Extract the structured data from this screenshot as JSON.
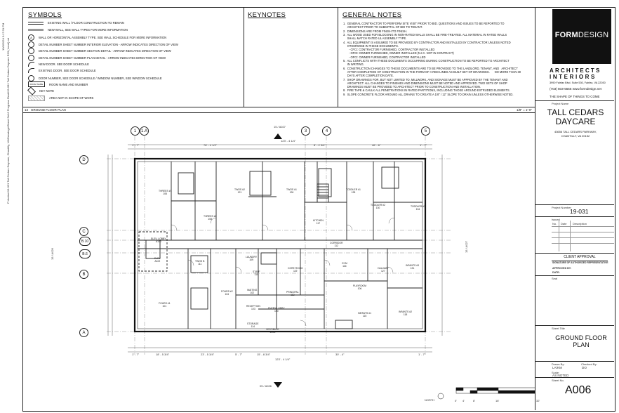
{
  "margin_stamp": {
    "date": "10/3/2024 5:17:31 PM",
    "path": "P:\\Active\\19-031 Tall Cedars Daycare, Chantilly, VA\\Drawings\\Sheet Set\\2 Progress Revit\\19-031 Tall Cedars Daycare R23 (Local).rvt"
  },
  "symbols": {
    "heading": "SYMBOLS",
    "rows": [
      {
        "icon": "",
        "text": "EXISTING WALL / FLOOR CONSTRUCTION TO REMAIN"
      },
      {
        "icon": "",
        "text": "NEW WALL, SEE WALL TYPES FOR MORE INFORMATION"
      },
      {
        "icon": "A",
        "text": "WALL OR HORIZONTAL ASSEMBLY TYPE. SEE WALL SCHEDULE FOR MORE INFORMATION"
      },
      {
        "icon": "",
        "text": "DETAIL NUMBER SHEET NUMBER   INTERIOR ELEVATION - ARROW INDICATES DIRECTION OF VIEW"
      },
      {
        "icon": "",
        "text": "DETAIL NUMBER SHEET NUMBER   SECTION DETAIL - ARROW INDICATES DIRECTION OF VIEW"
      },
      {
        "icon": "",
        "text": "DETAIL NUMBER SHEET NUMBER   PLAN DETAIL - ARROW INDICATES DIRECTION OF VIEW"
      },
      {
        "icon": "",
        "text": "NEW DOOR. SEE DOOR SCHEDULE"
      },
      {
        "icon": "",
        "text": "EXISTING DOOR. SEE DOOR SCHEDULE"
      },
      {
        "icon": "",
        "text": "DOOR NUMBER, SEE DOOR SCHEDULE  /  WINDOW NUMBER, SEE WINDOW SCHEDULE"
      },
      {
        "icon": "ROOM NAME",
        "text": "ROOM NAME AND NUMBER"
      },
      {
        "icon": "",
        "text": "KEY NOTE"
      },
      {
        "icon": "",
        "text": "AREA NOT IN SCOPE OF WORK"
      }
    ]
  },
  "keynotes": {
    "heading": "KEYNOTES"
  },
  "general_notes": {
    "heading": "GENERAL NOTES",
    "items": [
      "1.  GENERAL CONTRACTOR TO PERFORM SITE VISIT PRIOR TO BID. QUESTIONS AND ISSUES TO BE REPORTED TO\n     ARCHITECT PRIOR TO SUBMITTAL OF BID TO TENANT.",
      "2.  DIMENSIONS ARE FROM FINISH TO FINISH.",
      "3.  ALL WOOD USED FOR BLOCKING IN NON-RATED WALLS SHALL BE FIRE-TREATED. ALL MATERIAL IN RATED WALLS\n     SHALL MATCH RATED UL ASSEMBLY TYPE.",
      "4.  ALL EQUIPMENT IS ASSUMED TO BE PROVIDED BY CONTRACTOR AND INSTALLED BY CONTRACTOR UNLESS NOTED\n     OTHERWISE IN THESE DOCUMENTS.\n       - CFCI: CONTRACTOR FURNISHED, CONTRACTOR INSTALLED\n       - OFOI: OWNER FURNISHED, OWNER INSTALLED (N.I.C. NOT IN CONTRACT)\n       - OFCI: OWNER FURNISHED, CONTRACTOR INSTALLED",
      "5.  ALL CONFLICTS WITH THESE DOCUMENTS OCCURRING DURING CONSTRUCTION TO BE REPORTED TO ARCHITECT\n     IN WRITING.",
      "6.  CONSTRUCTION CHANGES TO THESE DOCUMENTS ARE TO BE PROVIDED TO THE LANDLORD, TENANT, AND   ARCHITECT\n     AFTER COMPLETION OF CONSTRUCTION IN THE FORM OF A RED-LINED AS-BUILT SET OF DRAWINGS.      NO MORE THAN 30\n     DAYS AFTER COMPLETION DATE.",
      "7.  SHOP DRAWINGS FOR, BUT NOT LIMITED TO, MILLWORK, AND SIGNAGE MUST BE APPROVED BY THE TENANT AND\n     ARCHITECT. ALL CHANGES TO FINISHES AND DIMENSIONS MUST BE NOTED AND APPROVED. TWO SETS OF SHOP\n     DRAWINGS MUST BE PROVIDED TO ARCHITECT PRIOR TO CONSTRUCTION AND INSTALLATION.",
      "8.  FIRE TAPE & CAULK ALL PENETRATIONS IN RATED PARTITIONS, INCLUDING THOSE AROUND EXTRUDED ELEMENTS.",
      "9.  SLOPE CONCRETE FLOOR AROUND ALL DRAINS TO CREATE A 1/8\" / 12\" SLOPE TO DRAIN UNLESS OTHERWISE NOTED."
    ]
  },
  "plan": {
    "view_number": "13",
    "view_title": "GROUND FLOOR PLAN",
    "scale": "1/8\" = 1'-0\"",
    "grid_columns": [
      "1",
      "1.A",
      "3",
      "4",
      "5"
    ],
    "grid_rows": [
      "D",
      "C",
      "B.10",
      "B.6",
      "B",
      "A"
    ],
    "section_top": "15 / A027",
    "section_bottom": "05 / A026",
    "section_left": "15 / A026",
    "section_right": "15 / A027",
    "top_dims": [
      "1' - 7\"",
      "78' - 4 1/2\"",
      "123' - 4 1/4\"",
      "8' - 2 3/4\"",
      "46' - 6\"",
      "1' - 7\""
    ],
    "bottom_dims": [
      "1' - 7\"",
      "18' - 5 3/4\"",
      "23' - 5 3/4\"",
      "5' - 7\"",
      "15' - 8 3/4\"",
      "30' - 4\"",
      "1' - 7\"",
      "123' - 4 1/4\""
    ],
    "rooms": [
      {
        "name": "THREES #1",
        "num": "106"
      },
      {
        "name": "THREES #2",
        "num": "108"
      },
      {
        "name": "TWOS #2",
        "num": "121"
      },
      {
        "name": "TWOS #1",
        "num": "126"
      },
      {
        "name": "TODDLER #1",
        "num": "128"
      },
      {
        "name": "TODDLER #2",
        "num": "130"
      },
      {
        "name": "TODDLER #3",
        "num": "134"
      },
      {
        "name": "KITCHEN",
        "num": "117"
      },
      {
        "name": "CORRIDOR",
        "num": "112"
      },
      {
        "name": "GYM",
        "num": "116"
      },
      {
        "name": "HALLWAY",
        "num": "127"
      },
      {
        "name": "INFANTS #3",
        "num": "131"
      },
      {
        "name": "FOURS #1",
        "num": "101"
      },
      {
        "name": "FOURS #2",
        "num": "104"
      },
      {
        "name": "LAUNDRY",
        "num": "109"
      },
      {
        "name": "STAFF",
        "num": "110"
      },
      {
        "name": "CORE ROOM",
        "num": "119"
      },
      {
        "name": "PRINCIPAL",
        "num": "113"
      },
      {
        "name": "WAITING",
        "num": "102"
      },
      {
        "name": "RECEPTION",
        "num": "103"
      },
      {
        "name": "ENTRY LOBBY",
        "num": "100"
      },
      {
        "name": "VESTIBULE",
        "num": "100A"
      },
      {
        "name": "STORAGE",
        "num": "114"
      },
      {
        "name": "INFANTS #1",
        "num": "115"
      },
      {
        "name": "INFANTS #2",
        "num": "118"
      },
      {
        "name": "PLAYROOM",
        "num": "106"
      },
      {
        "name": "TWOS B",
        "num": "111"
      },
      {
        "name": "ELEV. LOBBY",
        "num": "A100"
      },
      {
        "name": "ELEV",
        "num": "A102"
      }
    ],
    "scale_bar": {
      "label": "NORTH",
      "ticks": [
        "0'",
        "4'",
        "8'",
        "16'",
        "32'"
      ]
    }
  },
  "title_block": {
    "firm_logo_top": "FORM",
    "firm_logo_bottom": "DESIGN",
    "firm_name_1": "ARCHITECTS",
    "firm_name_2": "INTERIORS",
    "firm_address": "3990 Fairfax Blvd. Suite 530, Fairfax, VA 22030",
    "firm_contact": "(703) 503-5555   www.formdesign.net",
    "firm_slogan": "THE SHAPE OF THINGS TO COME",
    "project_label": "Project Name",
    "project_name": "TALL CEDARS DAYCARE",
    "project_address_1": "43656 TALL CEDARS PARKWAY,",
    "project_address_2": "CHANTILLY, VA 20152",
    "project_number_label": "Project Number",
    "project_number": "19-031",
    "issued_label": "Issued",
    "rev_headers": [
      "No.",
      "Date",
      "Description"
    ],
    "client_approval": "CLIENT APPROVAL",
    "sig_label": "SIGNATURE OF AUTHORIZED REPRESENTATIVE",
    "approved_by": "APPROVED BY:",
    "date_label": "DATE:",
    "seal_label": "Seal",
    "sheet_title_label": "Sheet Title",
    "sheet_title": "GROUND FLOOR PLAN",
    "drawn_by_label": "Drawn By:",
    "drawn_by": "LA/KM",
    "checked_by_label": "Checked By:",
    "checked_by": "DO",
    "scale_label": "Scale:",
    "scale": "AS NOTED",
    "sheet_no_label": "Sheet No.",
    "sheet_no": "A006"
  }
}
